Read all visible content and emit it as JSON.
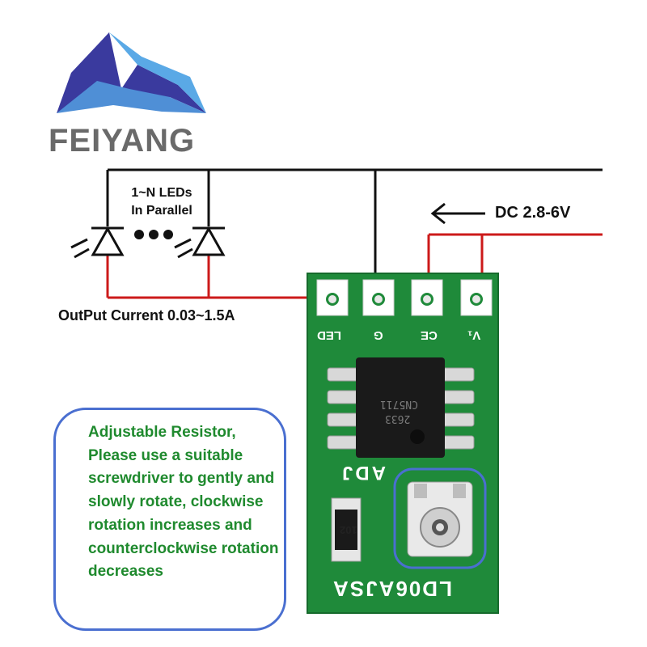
{
  "brand": {
    "name": "FEIYANG",
    "logo_colors": {
      "dark": "#3a3a9e",
      "light": "#5aa9e6"
    }
  },
  "diagram": {
    "led_group_label_line1": "1~N LEDs",
    "led_group_label_line2": "In Parallel",
    "input_label": "DC 2.8-6V",
    "output_label": "OutPut Current 0.03~1.5A",
    "pins": {
      "led": "LED",
      "g": "G",
      "ce": "CE",
      "v": "V₁"
    },
    "chip_marking_line1": "CN5711",
    "chip_marking_line2": "2633",
    "adj_label": "ADJ",
    "resistor_marking": "102",
    "board_model": "LD06AJSA",
    "note_text": "Adjustable Resistor, Please use a suitable screwdriver to gently and slowly rotate, clockwise rotation increases and counterclockwise rotation decreases",
    "colors": {
      "wire_black": "#111111",
      "wire_red": "#cc1a1a",
      "pcb": "#1f8a3a",
      "note_border": "#4a6fd0",
      "note_text": "#1f8a2e"
    }
  }
}
